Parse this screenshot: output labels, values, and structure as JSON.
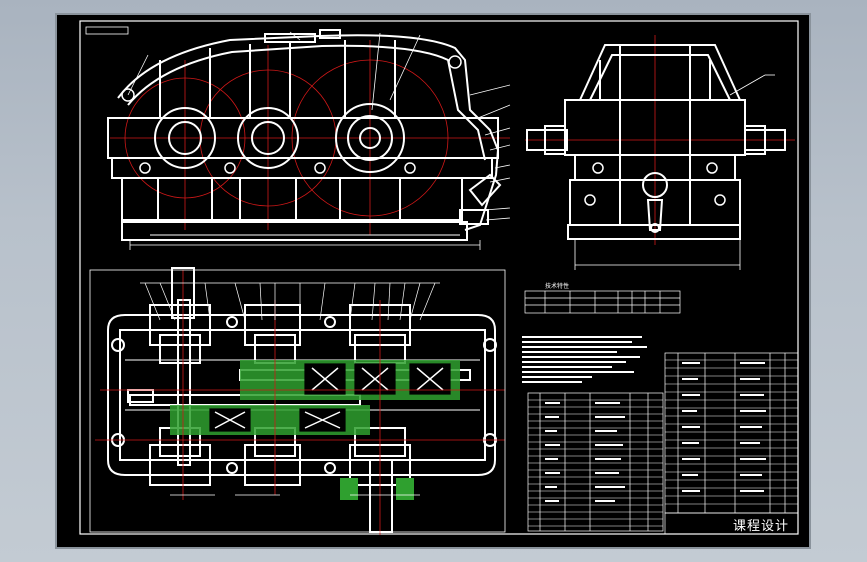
{
  "app": {
    "title_block_text": "课程设计",
    "spec_table_title": "技术特性",
    "background_color": "#000000",
    "line_color": "#ffffff",
    "center_line_color": "#e01010",
    "hatch_color": "#2fa02f"
  },
  "icons": {
    "gear-icon": "gear",
    "bearing-icon": "bearing",
    "shaft-icon": "shaft"
  }
}
